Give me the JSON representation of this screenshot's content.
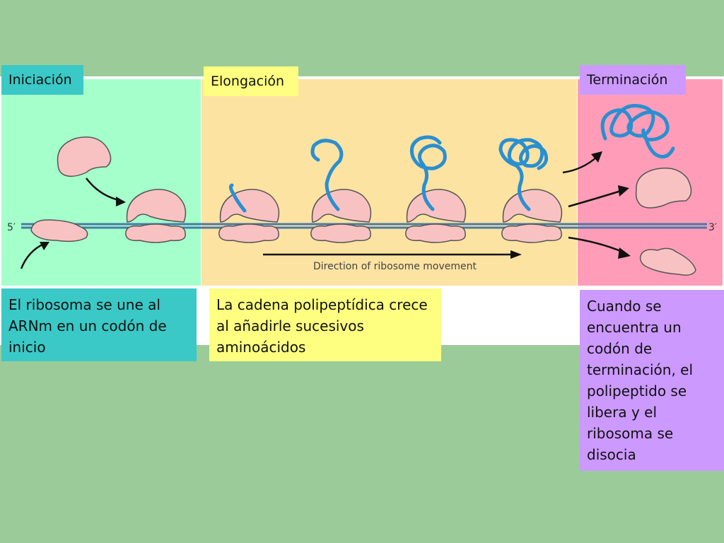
{
  "colors": {
    "background": "#9bcb98",
    "initiation_panel": "#a4ffcb",
    "elongation_panel": "#fde3a1",
    "termination_panel": "#ff9db9",
    "white_band": "#ffffff",
    "ribosome": "#f9c2c2",
    "ribosome_stroke": "#555555",
    "peptide": "#2a8fd0",
    "mrna": "#4a7aa8",
    "initiation_tag": "#3ac9c6",
    "elongation_tag": "#feff80",
    "termination_tag": "#cc99ff"
  },
  "phases": {
    "initiation": {
      "label": "Iniciación",
      "caption": "El ribosoma se une al ARNm en un codón de inicio"
    },
    "elongation": {
      "label": "Elongación",
      "caption": "La cadena polipeptídica crece al añadirle sucesivos aminoácidos"
    },
    "termination": {
      "label": "Terminación",
      "caption": "Cuando se encuentra un codón de terminación, el polipeptido se libera y el ribosoma se disocia"
    }
  },
  "figure": {
    "mrna_5prime": "5′",
    "mrna_3prime": "3′",
    "direction_label": "Direction of ribosome movement"
  }
}
